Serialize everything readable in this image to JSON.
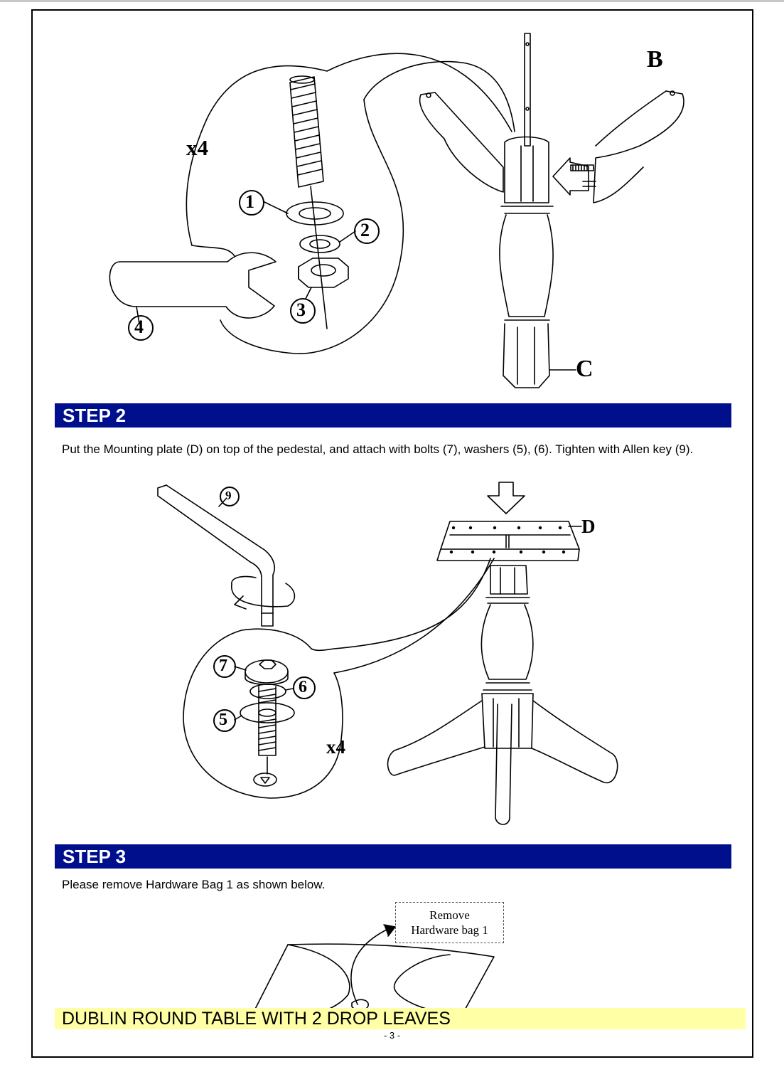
{
  "accent_color": "#000f8c",
  "figure1": {
    "qty_label": "x4",
    "callouts": [
      "1",
      "2",
      "3",
      "4"
    ],
    "part_labels": [
      "B",
      "C"
    ]
  },
  "step2": {
    "title": "STEP 2",
    "text": "Put the Mounting plate (D) on top of the pedestal, and attach with bolts (7), washers (5), (6). Tighten with Allen key (9).",
    "callouts": [
      "9",
      "7",
      "6",
      "5"
    ],
    "qty_label": "x4",
    "part_label": "D"
  },
  "step3": {
    "title": "STEP 3",
    "text": "Please remove Hardware Bag 1 as shown below.",
    "note_line1": "Remove",
    "note_line2": "Hardware bag 1"
  },
  "footer": {
    "title": "DUBLIN ROUND TABLE WITH 2 DROP LEAVES",
    "page_number": "- 3 -"
  }
}
